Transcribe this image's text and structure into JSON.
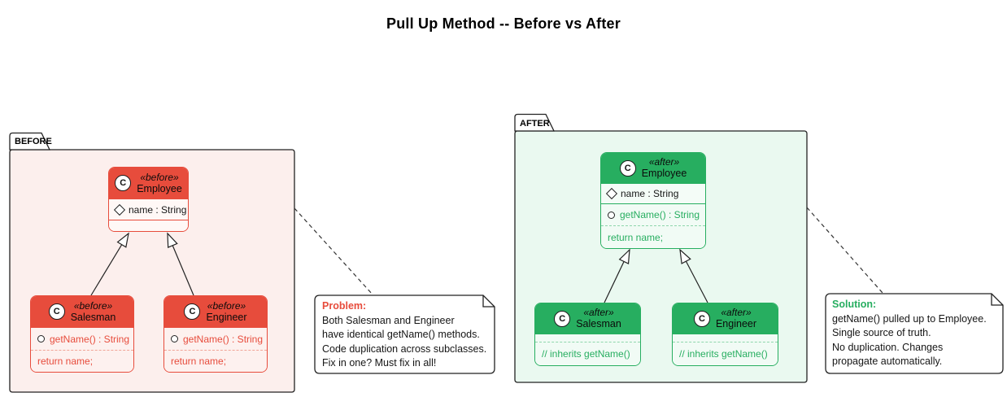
{
  "title": "Pull Up Method -- Before vs After",
  "colors": {
    "red_accent": "#E74C3C",
    "red_package_bg": "#FCEFED",
    "red_row_bg": "#FDF1EF",
    "green_accent": "#27AE60",
    "green_package_bg": "#EAF9F0",
    "green_row_bg": "#F1FBF5",
    "note_bg": "#FFFFFF",
    "line_color": "#222222"
  },
  "icons": {
    "class_badge": "C",
    "field_icon": "diamond-outline",
    "method_icon": "circle-outline",
    "arrow_style": "hollow-triangle-inheritance",
    "note_style": "dog-ear-top-right"
  },
  "before": {
    "package_label": "BEFORE",
    "employee": {
      "stereotype": "«before»",
      "name": "Employee",
      "field": "name : String"
    },
    "salesman": {
      "stereotype": "«before»",
      "name": "Salesman",
      "method": "getName() : String",
      "method_body": "return name;"
    },
    "engineer": {
      "stereotype": "«before»",
      "name": "Engineer",
      "method": "getName() : String",
      "method_body": "return name;"
    }
  },
  "after": {
    "package_label": "AFTER",
    "employee": {
      "stereotype": "«after»",
      "name": "Employee",
      "field": "name : String",
      "method": "getName() : String",
      "method_body": "return name;"
    },
    "salesman": {
      "stereotype": "«after»",
      "name": "Salesman",
      "comment": "// inherits getName()"
    },
    "engineer": {
      "stereotype": "«after»",
      "name": "Engineer",
      "comment": "// inherits getName()"
    }
  },
  "problem_note": {
    "label": "Problem:",
    "lines": [
      "Both Salesman and Engineer",
      "have identical getName() methods.",
      "Code duplication across subclasses.",
      "Fix in one? Must fix in all!"
    ]
  },
  "solution_note": {
    "label": "Solution:",
    "lines": [
      "getName() pulled up to Employee.",
      "Single source of truth.",
      "No duplication. Changes",
      "propagate automatically."
    ]
  }
}
